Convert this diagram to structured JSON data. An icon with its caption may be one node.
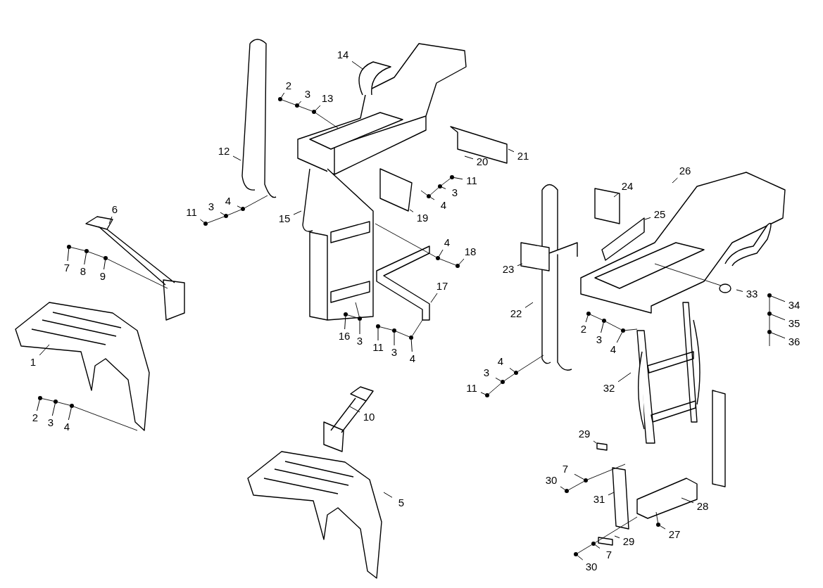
{
  "diagram": {
    "nodes": [
      {
        "text": [
          "1"
        ]
      },
      {
        "text": [
          "2"
        ]
      },
      {
        "text": [
          "3"
        ]
      },
      {
        "text": [
          "4"
        ]
      },
      {
        "text": [
          "5"
        ]
      },
      {
        "text": [
          "6"
        ]
      },
      {
        "text": [
          "7"
        ]
      },
      {
        "text": [
          "8"
        ]
      },
      {
        "text": [
          "9"
        ]
      },
      {
        "text": [
          "10"
        ]
      },
      {
        "text": [
          "11"
        ]
      },
      {
        "text": [
          "3"
        ]
      },
      {
        "text": [
          "4"
        ]
      },
      {
        "text": [
          "12"
        ]
      },
      {
        "text": [
          "2"
        ]
      },
      {
        "text": [
          "3"
        ]
      },
      {
        "text": [
          "13"
        ]
      },
      {
        "text": [
          "14"
        ]
      },
      {
        "text": [
          "15"
        ]
      },
      {
        "text": [
          "16"
        ]
      },
      {
        "text": [
          "3"
        ]
      },
      {
        "text": [
          "11"
        ]
      },
      {
        "text": [
          "3"
        ]
      },
      {
        "text": [
          "4"
        ]
      },
      {
        "text": [
          "17"
        ]
      },
      {
        "text": [
          "4"
        ]
      },
      {
        "text": [
          "18"
        ]
      },
      {
        "text": [
          "11"
        ]
      },
      {
        "text": [
          "3"
        ]
      },
      {
        "text": [
          "4"
        ]
      },
      {
        "text": [
          "19"
        ]
      },
      {
        "text": [
          "20"
        ]
      },
      {
        "text": [
          "21"
        ]
      },
      {
        "text": [
          "22"
        ]
      },
      {
        "text": [
          "23"
        ]
      },
      {
        "text": [
          "24"
        ]
      },
      {
        "text": [
          "25"
        ]
      },
      {
        "text": [
          "26"
        ]
      },
      {
        "text": [
          "33"
        ]
      },
      {
        "text": [
          "34"
        ]
      },
      {
        "text": [
          "35"
        ]
      },
      {
        "text": [
          "36"
        ]
      },
      {
        "text": [
          "2"
        ]
      },
      {
        "text": [
          "3"
        ]
      },
      {
        "text": [
          "4"
        ]
      },
      {
        "text": [
          "4"
        ]
      },
      {
        "text": [
          "3"
        ]
      },
      {
        "text": [
          "11"
        ]
      },
      {
        "text": [
          "32"
        ]
      },
      {
        "text": [
          "29"
        ]
      },
      {
        "text": [
          "7"
        ]
      },
      {
        "text": [
          "30"
        ]
      },
      {
        "text": [
          "31"
        ]
      },
      {
        "text": [
          "28"
        ]
      },
      {
        "text": [
          "27"
        ]
      },
      {
        "text": [
          "29"
        ]
      },
      {
        "text": [
          "7"
        ]
      },
      {
        "text": [
          "30"
        ]
      },
      {
        "text": [],
        "shape": "circle"
      },
      {
        "text": [],
        "shape": "circle"
      },
      {
        "text": [],
        "shape": "circle"
      },
      {
        "text": [],
        "shape": "circle"
      },
      {
        "text": [],
        "shape": "circle"
      },
      {
        "text": [],
        "shape": "circle"
      },
      {
        "text": [],
        "shape": "circle"
      },
      {
        "text": [],
        "shape": "circle"
      },
      {
        "text": [],
        "shape": "circle"
      },
      {
        "text": [],
        "shape": "circle"
      },
      {
        "text": [],
        "shape": "circle"
      },
      {
        "text": [],
        "shape": "circle"
      },
      {
        "text": [],
        "shape": "circle"
      },
      {
        "text": [],
        "shape": "circle"
      },
      {
        "text": [],
        "shape": "circle"
      },
      {
        "text": [],
        "shape": "circle"
      },
      {
        "text": [],
        "shape": "circle"
      },
      {
        "text": [],
        "shape": "circle"
      },
      {
        "text": [],
        "shape": "circle"
      },
      {
        "text": [],
        "shape": "circle"
      },
      {
        "text": [],
        "shape": "circle"
      },
      {
        "text": [],
        "shape": "circle"
      },
      {
        "text": [],
        "shape": "circle"
      },
      {
        "text": [],
        "shape": "circle"
      },
      {
        "text": [],
        "shape": "circle"
      },
      {
        "text": [],
        "shape": "circle"
      },
      {
        "text": [],
        "shape": "circle"
      },
      {
        "text": [],
        "shape": "circle"
      },
      {
        "text": [],
        "shape": "circle"
      },
      {
        "text": [],
        "shape": "circle"
      },
      {
        "text": [],
        "shape": "circle"
      },
      {
        "text": [],
        "shape": "circle"
      },
      {
        "text": [],
        "shape": "circle"
      },
      {
        "text": [],
        "shape": "circle"
      },
      {
        "text": [],
        "shape": "circle"
      },
      {
        "text": [],
        "shape": "circle"
      }
    ],
    "edges": [
      {
        "from": 0,
        "to": null,
        "arrow": "none"
      },
      {
        "from": 1,
        "to": 58,
        "arrow": "none"
      },
      {
        "from": 2,
        "to": 59,
        "arrow": "none"
      },
      {
        "from": 3,
        "to": 60,
        "arrow": "none"
      },
      {
        "from": 4,
        "to": null,
        "arrow": "none"
      },
      {
        "from": 5,
        "to": null,
        "arrow": "none"
      },
      {
        "from": 6,
        "to": 61,
        "arrow": "none"
      },
      {
        "from": 7,
        "to": 62,
        "arrow": "none"
      },
      {
        "from": 8,
        "to": 63,
        "arrow": "none"
      },
      {
        "from": 9,
        "to": null,
        "arrow": "none"
      },
      {
        "from": 10,
        "to": 64,
        "arrow": "none"
      },
      {
        "from": 11,
        "to": 65,
        "arrow": "none"
      },
      {
        "from": 12,
        "to": 66,
        "arrow": "none"
      },
      {
        "from": 13,
        "to": null,
        "arrow": "none"
      },
      {
        "from": 14,
        "to": 67,
        "arrow": "none"
      },
      {
        "from": 15,
        "to": 68,
        "arrow": "none"
      },
      {
        "from": 16,
        "to": 69,
        "arrow": "none"
      },
      {
        "from": 17,
        "to": null,
        "arrow": "none"
      },
      {
        "from": 18,
        "to": null,
        "arrow": "none"
      },
      {
        "from": 19,
        "to": 70,
        "arrow": "none"
      },
      {
        "from": 20,
        "to": 71,
        "arrow": "none"
      },
      {
        "from": 21,
        "to": 72,
        "arrow": "none"
      },
      {
        "from": 22,
        "to": 73,
        "arrow": "none"
      },
      {
        "from": 23,
        "to": 74,
        "arrow": "none"
      },
      {
        "from": 24,
        "to": null,
        "arrow": "none"
      },
      {
        "from": 25,
        "to": 75,
        "arrow": "none"
      },
      {
        "from": 26,
        "to": 76,
        "arrow": "none"
      },
      {
        "from": 27,
        "to": 77,
        "arrow": "none"
      },
      {
        "from": 28,
        "to": 78,
        "arrow": "none"
      },
      {
        "from": 29,
        "to": 79,
        "arrow": "none"
      },
      {
        "from": 30,
        "to": null,
        "arrow": "none"
      },
      {
        "from": 31,
        "to": null,
        "arrow": "none"
      },
      {
        "from": 32,
        "to": null,
        "arrow": "none"
      },
      {
        "from": 33,
        "to": null,
        "arrow": "none"
      },
      {
        "from": 34,
        "to": null,
        "arrow": "none"
      },
      {
        "from": 35,
        "to": null,
        "arrow": "none"
      },
      {
        "from": 36,
        "to": null,
        "arrow": "none"
      },
      {
        "from": 37,
        "to": null,
        "arrow": "none"
      },
      {
        "from": 38,
        "to": null,
        "arrow": "none"
      },
      {
        "from": 39,
        "to": 80,
        "arrow": "none"
      },
      {
        "from": 40,
        "to": 81,
        "arrow": "none"
      },
      {
        "from": 41,
        "to": 82,
        "arrow": "none"
      },
      {
        "from": 42,
        "to": 83,
        "arrow": "none"
      },
      {
        "from": 43,
        "to": 84,
        "arrow": "none"
      },
      {
        "from": 44,
        "to": 85,
        "arrow": "none"
      },
      {
        "from": 45,
        "to": 86,
        "arrow": "none"
      },
      {
        "from": 46,
        "to": 87,
        "arrow": "none"
      },
      {
        "from": 47,
        "to": 88,
        "arrow": "none"
      },
      {
        "from": 48,
        "to": null,
        "arrow": "none"
      },
      {
        "from": 49,
        "to": null,
        "arrow": "none"
      },
      {
        "from": 50,
        "to": 89,
        "arrow": "none"
      },
      {
        "from": 51,
        "to": 90,
        "arrow": "none"
      },
      {
        "from": 52,
        "to": null,
        "arrow": "none"
      },
      {
        "from": 53,
        "to": null,
        "arrow": "none"
      },
      {
        "from": 54,
        "to": 91,
        "arrow": "none"
      },
      {
        "from": 55,
        "to": null,
        "arrow": "none"
      },
      {
        "from": 56,
        "to": 92,
        "arrow": "none"
      },
      {
        "from": 57,
        "to": 93,
        "arrow": "none"
      },
      {
        "from": 58,
        "to": 59,
        "arrow": "none"
      },
      {
        "from": 59,
        "to": 60,
        "arrow": "none"
      },
      {
        "from": 60,
        "to": null,
        "arrow": "none"
      },
      {
        "from": 61,
        "to": 62,
        "arrow": "none"
      },
      {
        "from": 62,
        "to": 63,
        "arrow": "none"
      },
      {
        "from": 63,
        "to": null,
        "arrow": "none"
      },
      {
        "from": 64,
        "to": 65,
        "arrow": "none"
      },
      {
        "from": 65,
        "to": 66,
        "arrow": "none"
      },
      {
        "from": 66,
        "to": null,
        "arrow": "none"
      },
      {
        "from": 67,
        "to": 68,
        "arrow": "none"
      },
      {
        "from": 68,
        "to": 69,
        "arrow": "none"
      },
      {
        "from": 69,
        "to": null,
        "arrow": "none"
      },
      {
        "from": 70,
        "to": 71,
        "arrow": "none"
      },
      {
        "from": 71,
        "to": null,
        "arrow": "none"
      },
      {
        "from": 72,
        "to": 73,
        "arrow": "none"
      },
      {
        "from": 73,
        "to": 74,
        "arrow": "none"
      },
      {
        "from": 74,
        "to": null,
        "arrow": "none"
      },
      {
        "from": 75,
        "to": 76,
        "arrow": "none"
      },
      {
        "from": 75,
        "to": null,
        "arrow": "none"
      },
      {
        "from": 77,
        "to": 78,
        "arrow": "none"
      },
      {
        "from": 78,
        "to": 79,
        "arrow": "none"
      },
      {
        "from": 79,
        "to": null,
        "arrow": "none"
      },
      {
        "from": 80,
        "to": 81,
        "arrow": "none"
      },
      {
        "from": 81,
        "to": 82,
        "arrow": "none"
      },
      {
        "from": 82,
        "to": null,
        "arrow": "none"
      },
      {
        "from": 83,
        "to": 84,
        "arrow": "none"
      },
      {
        "from": 84,
        "to": 85,
        "arrow": "none"
      },
      {
        "from": 85,
        "to": null,
        "arrow": "none"
      },
      {
        "from": 86,
        "to": 87,
        "arrow": "none"
      },
      {
        "from": 87,
        "to": 88,
        "arrow": "none"
      },
      {
        "from": 86,
        "to": null,
        "arrow": "none"
      },
      {
        "from": 89,
        "to": 90,
        "arrow": "none"
      },
      {
        "from": 89,
        "to": null,
        "arrow": "none"
      },
      {
        "from": 91,
        "to": null,
        "arrow": "none"
      },
      {
        "from": 92,
        "to": 93,
        "arrow": "none"
      },
      {
        "from": 92,
        "to": null,
        "arrow": "none"
      }
    ]
  }
}
